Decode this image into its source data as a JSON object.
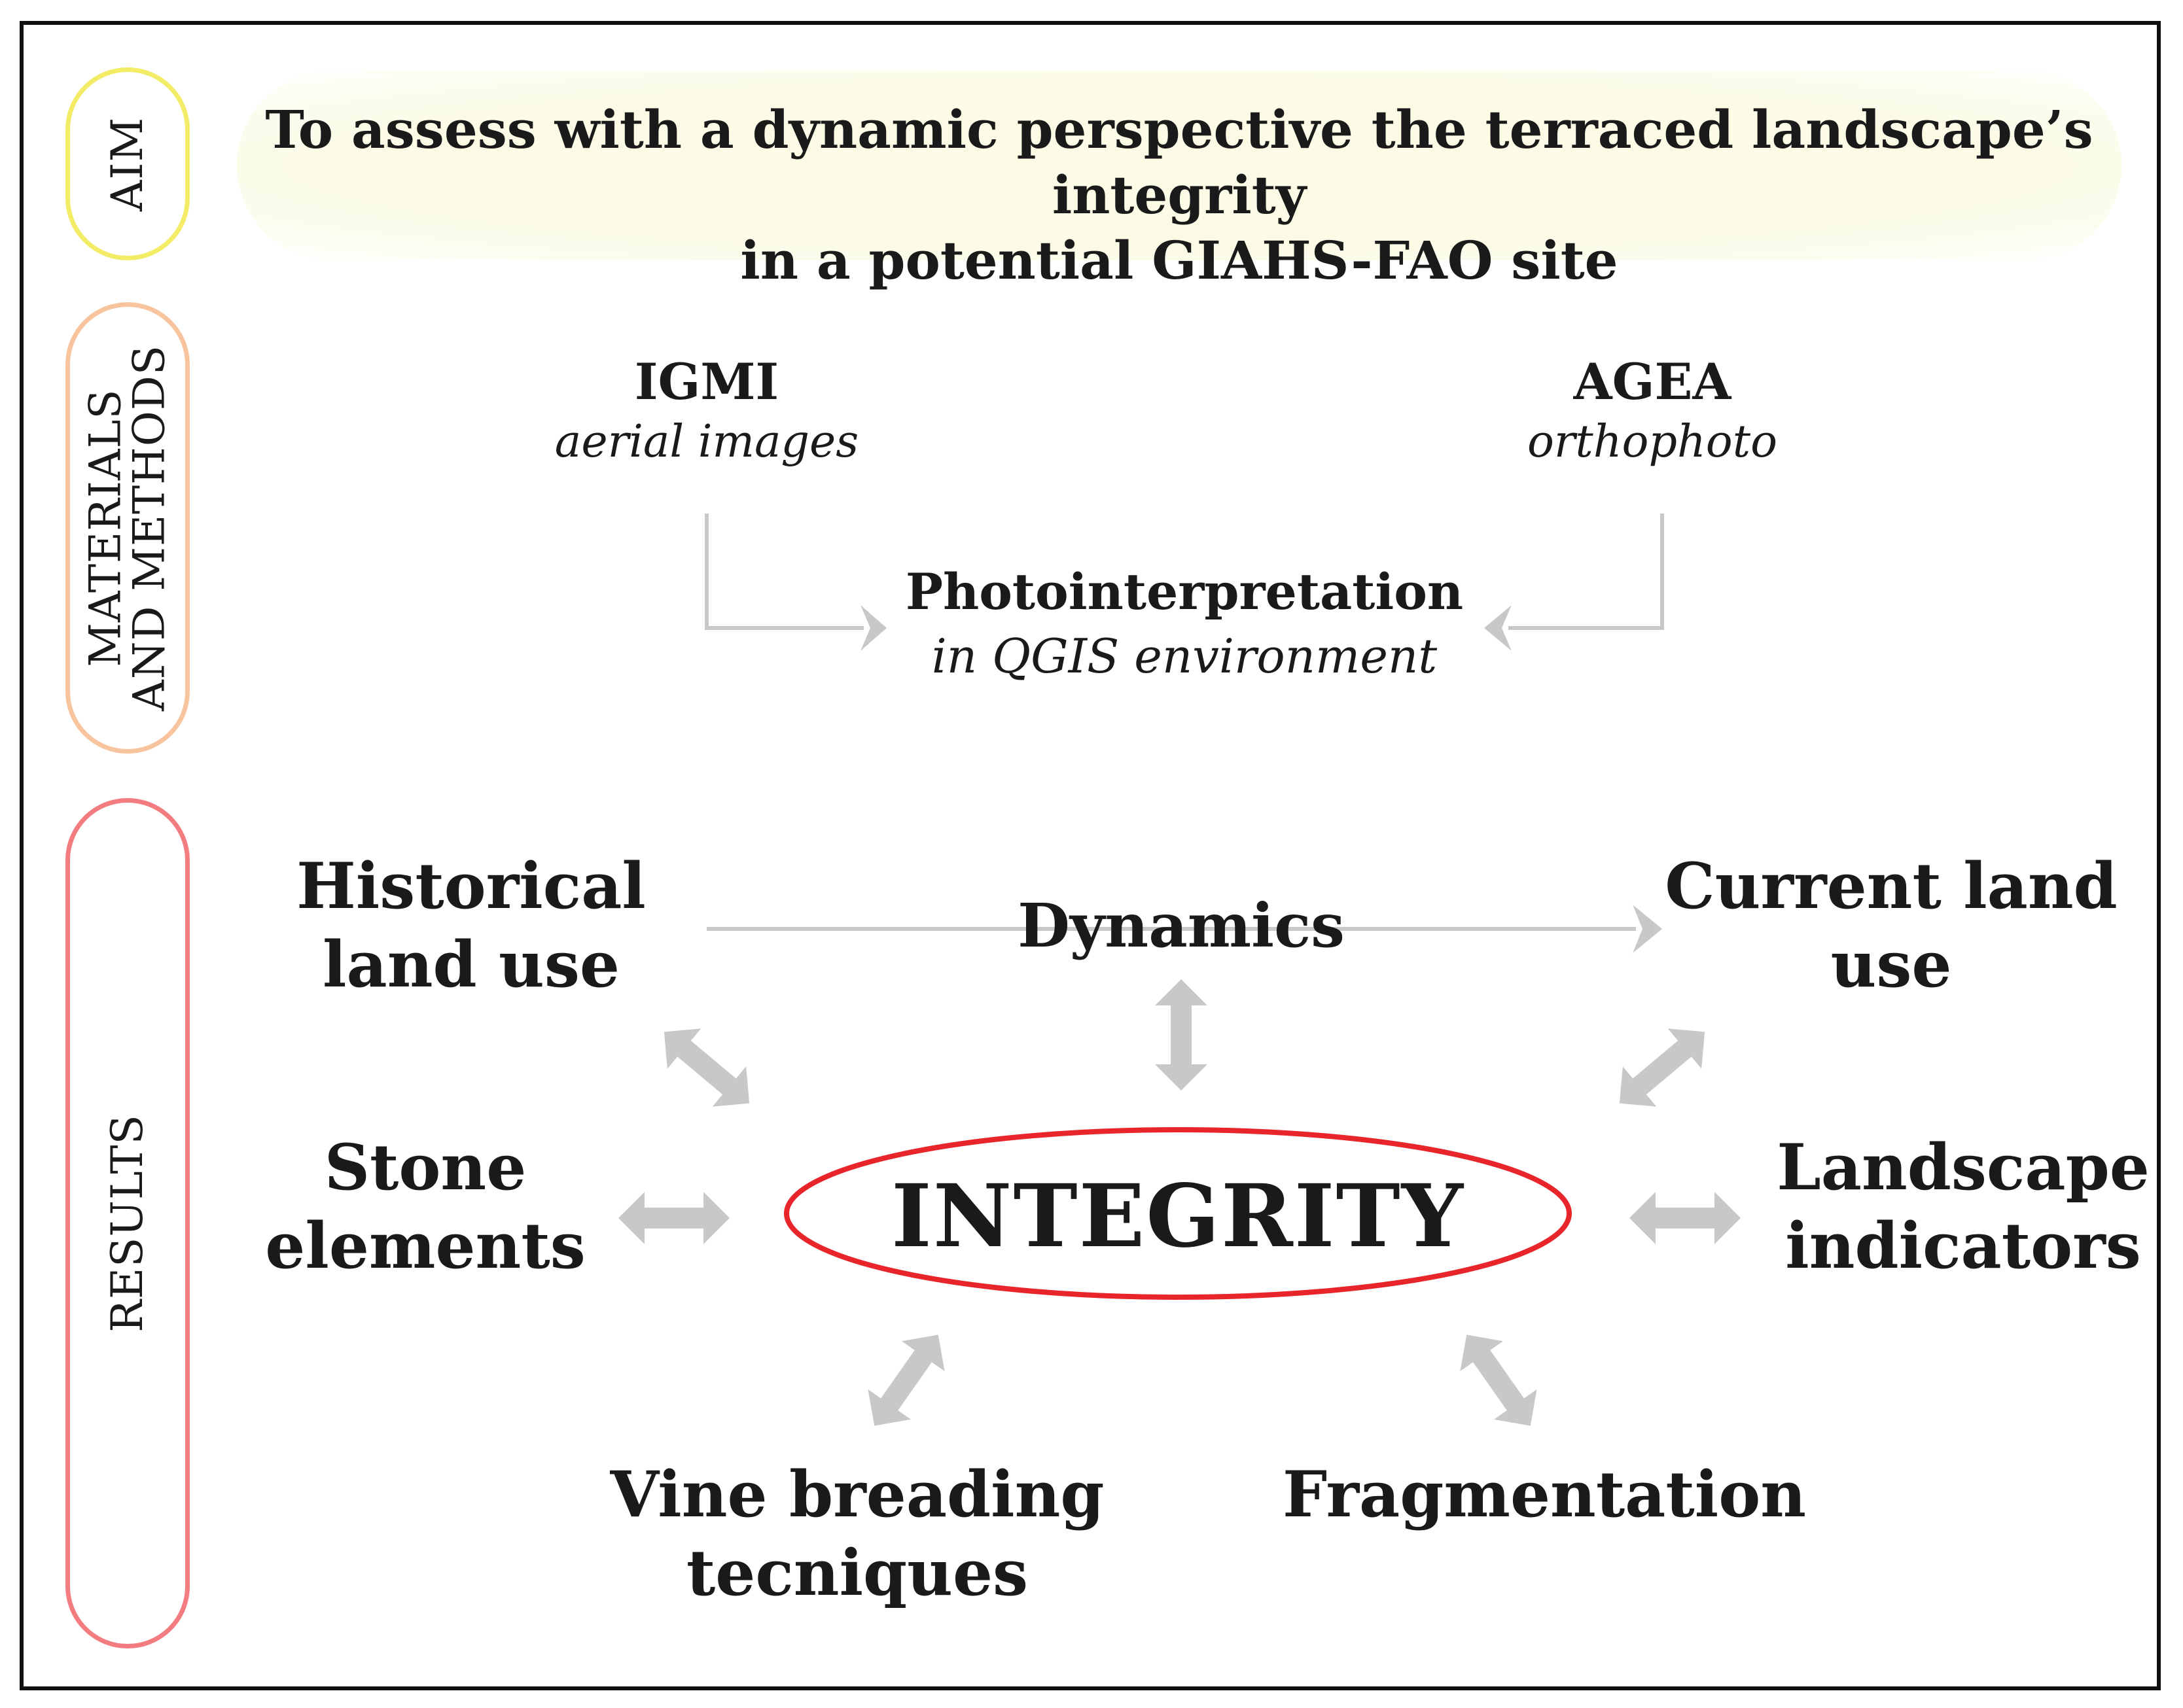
{
  "side_labels": {
    "aim": "AIM",
    "materials_line1": "MATERIALS",
    "materials_line2": "AND METHODS",
    "results": "RESULTS"
  },
  "aim": {
    "line1": "To assess with a dynamic perspective the terraced landscape’s integrity",
    "line2": "in a potential GIAHS-FAO site"
  },
  "methods": {
    "igmi_title": "IGMI",
    "igmi_sub": "aerial images",
    "agea_title": "AGEA",
    "agea_sub": "orthophoto",
    "photo_title": "Photointerpretation",
    "photo_sub": "in QGIS environment"
  },
  "results": {
    "historical_line1": "Historical",
    "historical_line2": "land use",
    "dynamics": "Dynamics",
    "current_line1": "Current land",
    "current_line2": "use",
    "stone_line1": "Stone",
    "stone_line2": "elements",
    "integrity": "INTEGRITY",
    "landscape_line1": "Landscape",
    "landscape_line2": "indicators",
    "vine_line1": "Vine breading",
    "vine_line2": "tecniques",
    "fragmentation": "Fragmentation"
  },
  "colors": {
    "aim_border": "#f2ec66",
    "materials_border": "#f7c49e",
    "results_border": "#f27c80",
    "integrity_ellipse": "#e8252a",
    "arrow_gray": "#c8c8c8"
  }
}
